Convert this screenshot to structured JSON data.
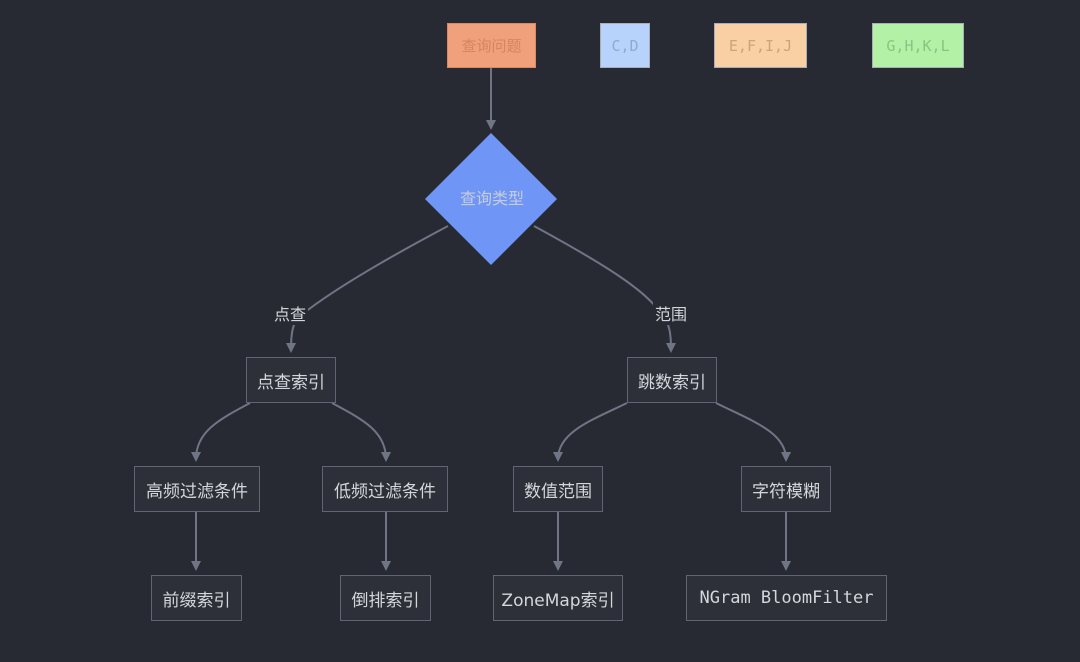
{
  "legend": {
    "query_issue": "查询问题",
    "cd": "C,D",
    "efij": "E,F,I,J",
    "ghkl": "G,H,K,L",
    "colors": {
      "query_issue": "#f0a07a",
      "cd": "#b7d3fb",
      "efij": "#f8d0a4",
      "ghkl": "#b2f1a6"
    }
  },
  "nodes": {
    "query_type": "查询类型",
    "point_index": "点查索引",
    "skip_index": "跳数索引",
    "high_freq": "高频过滤条件",
    "low_freq": "低频过滤条件",
    "numeric_range": "数值范围",
    "string_fuzzy": "字符模糊",
    "prefix_index": "前缀索引",
    "inverted_index": "倒排索引",
    "zonemap_index": "ZoneMap索引",
    "ngram_bloom": "NGram BloomFilter"
  },
  "edge_labels": {
    "point_query": "点查",
    "range": "范围"
  },
  "colors": {
    "background": "#282a33",
    "node_fill": "#2e3039",
    "node_border": "#5f6574",
    "edge": "#6f7585",
    "diamond": "#6f96f7"
  }
}
